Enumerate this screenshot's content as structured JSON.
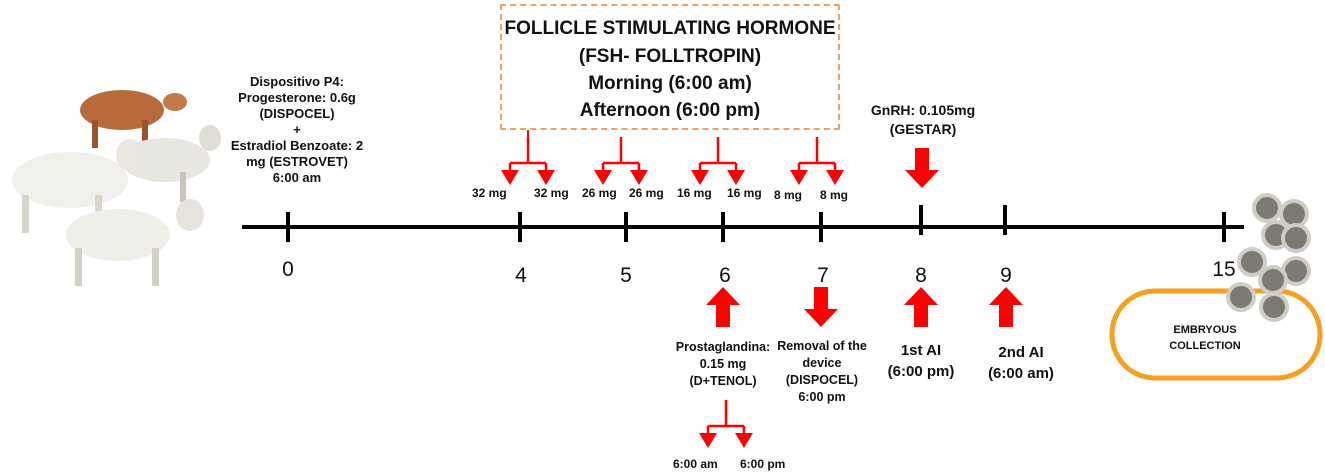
{
  "fsh": {
    "line1": "FOLLICLE STIMULATING HORMONE",
    "line2": "(FSH- FOLLTROPIN)",
    "line3": "Morning (6:00 am)",
    "line4": "Afternoon (6:00 pm)"
  },
  "p4": {
    "line1": "Dispositivo P4:",
    "line2": "Progesterone: 0.6g",
    "line3": "(DISPOCEL)",
    "line4": "+",
    "line5": "Estradiol Benzoate: 2",
    "line6": "mg (ESTROVET)",
    "line7": "6:00 am"
  },
  "doses": [
    {
      "left": "32 mg",
      "right": "32 mg"
    },
    {
      "left": "26 mg",
      "right": "26 mg"
    },
    {
      "left": "16 mg",
      "right": "16 mg"
    },
    {
      "left": "8 mg",
      "right": "8 mg"
    }
  ],
  "gnrh": {
    "line1": "GnRH: 0.105mg",
    "line2": "(GESTAR)"
  },
  "days": [
    "0",
    "4",
    "5",
    "6",
    "7",
    "8",
    "9",
    "15"
  ],
  "prostaglandin": {
    "line1": "Prostaglandina:",
    "line2": "0.15 mg",
    "line3": "(D+TENOL)",
    "am": "6:00 am",
    "pm": "6:00 pm"
  },
  "removal": {
    "line1": "Removal of the",
    "line2": "device",
    "line3": "(DISPOCEL)",
    "line4": "6:00 pm"
  },
  "ai1": {
    "line1": "1st AI",
    "line2": "(6:00 pm)"
  },
  "ai2": {
    "line1": "2nd AI",
    "line2": "(6:00 am)"
  },
  "collection": {
    "line1": "EMBRYOUS",
    "line2": "COLLECTION"
  },
  "colors": {
    "arrow": "#ff0000",
    "box_border": "#f0a060",
    "oval": "#f5a020",
    "line": "#000000"
  }
}
